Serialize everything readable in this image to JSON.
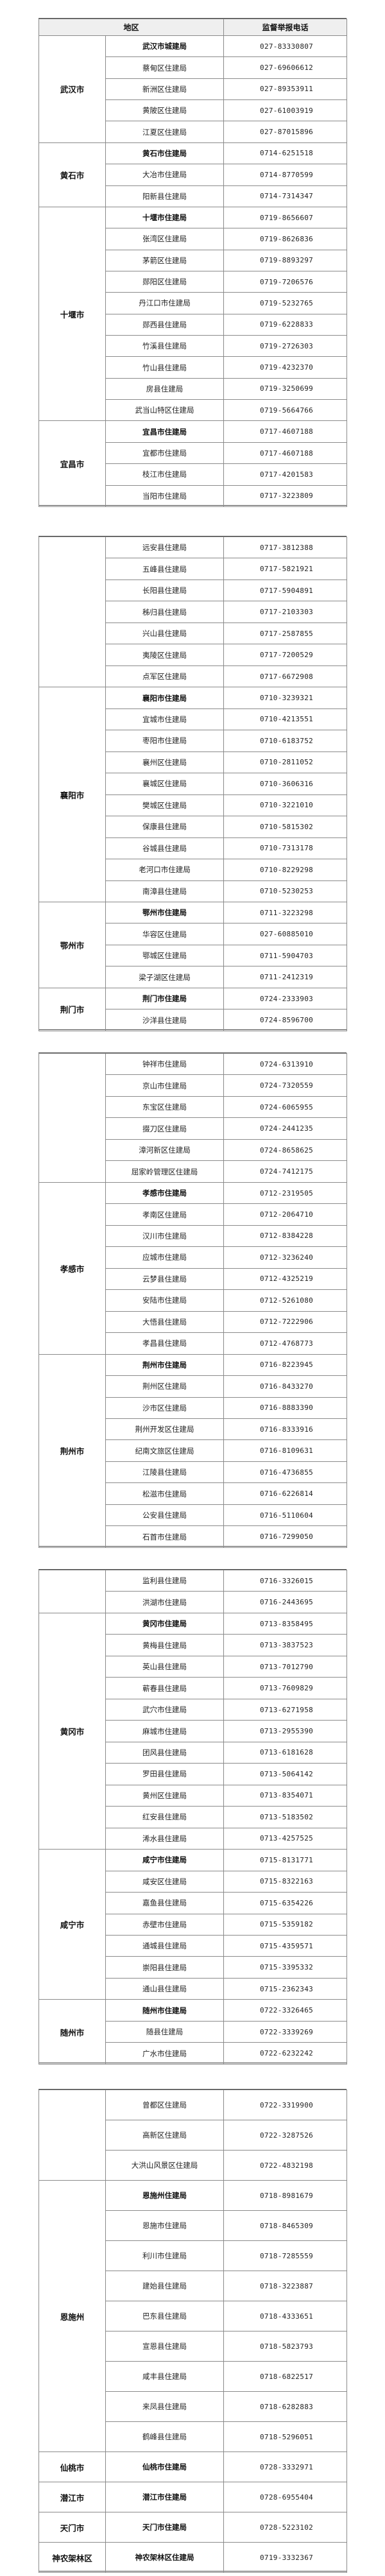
{
  "header": {
    "region": "地区",
    "phone": "监督举报电话"
  },
  "sections": [
    {
      "groups": [
        {
          "region": "武汉市",
          "rows": [
            {
              "office": "武汉市城建局",
              "phone": "027-83330807",
              "seat": true
            },
            {
              "office": "蔡甸区住建局",
              "phone": "027-69606612"
            },
            {
              "office": "新洲区住建局",
              "phone": "027-89353911"
            },
            {
              "office": "黄陂区住建局",
              "phone": "027-61003919"
            },
            {
              "office": "江夏区住建局",
              "phone": "027-87015896"
            }
          ]
        },
        {
          "region": "黄石市",
          "rows": [
            {
              "office": "黄石市住建局",
              "phone": "0714-6251518",
              "seat": true
            },
            {
              "office": "大冶市住建局",
              "phone": "0714-8770599"
            },
            {
              "office": "阳新县住建局",
              "phone": "0714-7314347"
            }
          ]
        },
        {
          "region": "十堰市",
          "rows": [
            {
              "office": "十堰市住建局",
              "phone": "0719-8656607",
              "seat": true
            },
            {
              "office": "张湾区住建局",
              "phone": "0719-8626836"
            },
            {
              "office": "茅箭区住建局",
              "phone": "0719-8893297"
            },
            {
              "office": "郧阳区住建局",
              "phone": "0719-7206576"
            },
            {
              "office": "丹江口市住建局",
              "phone": "0719-5232765"
            },
            {
              "office": "郧西县住建局",
              "phone": "0719-6228833"
            },
            {
              "office": "竹溪县住建局",
              "phone": "0719-2726303"
            },
            {
              "office": "竹山县住建局",
              "phone": "0719-4232370"
            },
            {
              "office": "房县住建局",
              "phone": "0719-3250699"
            },
            {
              "office": "武当山特区住建局",
              "phone": "0719-5664766"
            }
          ]
        },
        {
          "region": "宜昌市",
          "rows": [
            {
              "office": "宜昌市住建局",
              "phone": "0717-4607188",
              "seat": true
            },
            {
              "office": "宜都市住建局",
              "phone": "0717-4607188"
            },
            {
              "office": "枝江市住建局",
              "phone": "0717-4201583"
            },
            {
              "office": "当阳市住建局",
              "phone": "0717-3223809"
            }
          ]
        }
      ]
    },
    {
      "groups": [
        {
          "region": "",
          "rows": [
            {
              "office": "远安县住建局",
              "phone": "0717-3812388"
            },
            {
              "office": "五峰县住建局",
              "phone": "0717-5821921"
            },
            {
              "office": "长阳县住建局",
              "phone": "0717-5904891"
            },
            {
              "office": "秭归县住建局",
              "phone": "0717-2103303"
            },
            {
              "office": "兴山县住建局",
              "phone": "0717-2587855"
            },
            {
              "office": "夷陵区住建局",
              "phone": "0717-7200529"
            },
            {
              "office": "点军区住建局",
              "phone": "0717-6672908"
            }
          ]
        },
        {
          "region": "襄阳市",
          "rows": [
            {
              "office": "襄阳市住建局",
              "phone": "0710-3239321",
              "seat": true
            },
            {
              "office": "宜城市住建局",
              "phone": "0710-4213551"
            },
            {
              "office": "枣阳市住建局",
              "phone": "0710-6183752"
            },
            {
              "office": "襄州区住建局",
              "phone": "0710-2811052"
            },
            {
              "office": "襄城区住建局",
              "phone": "0710-3606316"
            },
            {
              "office": "樊城区住建局",
              "phone": "0710-3221010"
            },
            {
              "office": "保康县住建局",
              "phone": "0710-5815302"
            },
            {
              "office": "谷城县住建局",
              "phone": "0710-7313178"
            },
            {
              "office": "老河口市住建局",
              "phone": "0710-8229298"
            },
            {
              "office": "南漳县住建局",
              "phone": "0710-5230253"
            }
          ]
        },
        {
          "region": "鄂州市",
          "rows": [
            {
              "office": "鄂州市住建局",
              "phone": "0711-3223298",
              "seat": true
            },
            {
              "office": "华容区住建局",
              "phone": "027-60885010"
            },
            {
              "office": "鄂城区住建局",
              "phone": "0711-5904703"
            },
            {
              "office": "梁子湖区住建局",
              "phone": "0711-2412319"
            }
          ]
        },
        {
          "region": "荆门市",
          "rows": [
            {
              "office": "荆门市住建局",
              "phone": "0724-2333903",
              "seat": true
            },
            {
              "office": "沙洋县住建局",
              "phone": "0724-8596700"
            }
          ]
        }
      ]
    },
    {
      "groups": [
        {
          "region": "",
          "rows": [
            {
              "office": "钟祥市住建局",
              "phone": "0724-6313910"
            },
            {
              "office": "京山市住建局",
              "phone": "0724-7320559"
            },
            {
              "office": "东宝区住建局",
              "phone": "0724-6065955"
            },
            {
              "office": "掇刀区住建局",
              "phone": "0724-2441235"
            },
            {
              "office": "漳河新区住建局",
              "phone": "0724-8658625"
            },
            {
              "office": "屈家岭管理区住建局",
              "phone": "0724-7412175"
            }
          ]
        },
        {
          "region": "孝感市",
          "rows": [
            {
              "office": "孝感市住建局",
              "phone": "0712-2319505",
              "seat": true
            },
            {
              "office": "孝南区住建局",
              "phone": "0712-2064710"
            },
            {
              "office": "汉川市住建局",
              "phone": "0712-8384228"
            },
            {
              "office": "应城市住建局",
              "phone": "0712-3236240"
            },
            {
              "office": "云梦县住建局",
              "phone": "0712-4325219"
            },
            {
              "office": "安陆市住建局",
              "phone": "0712-5261080"
            },
            {
              "office": "大悟县住建局",
              "phone": "0712-7222906"
            },
            {
              "office": "孝昌县住建局",
              "phone": "0712-4768773"
            }
          ]
        },
        {
          "region": "荆州市",
          "rows": [
            {
              "office": "荆州市住建局",
              "phone": "0716-8223945",
              "seat": true
            },
            {
              "office": "荆州区住建局",
              "phone": "0716-8433270"
            },
            {
              "office": "沙市区住建局",
              "phone": "0716-8883390"
            },
            {
              "office": "荆州开发区住建局",
              "phone": "0716-8333916"
            },
            {
              "office": "纪南文旅区住建局",
              "phone": "0716-8109631"
            },
            {
              "office": "江陵县住建局",
              "phone": "0716-4736855"
            },
            {
              "office": "松滋市住建局",
              "phone": "0716-6226814"
            },
            {
              "office": "公安县住建局",
              "phone": "0716-5110604"
            },
            {
              "office": "石首市住建局",
              "phone": "0716-7299050"
            }
          ]
        }
      ]
    },
    {
      "groups": [
        {
          "region": "",
          "rows": [
            {
              "office": "监利县住建局",
              "phone": "0716-3326015"
            },
            {
              "office": "洪湖市住建局",
              "phone": "0716-2443695"
            }
          ]
        },
        {
          "region": "黄冈市",
          "rows": [
            {
              "office": "黄冈市住建局",
              "phone": "0713-8358495",
              "seat": true
            },
            {
              "office": "黄梅县住建局",
              "phone": "0713-3837523"
            },
            {
              "office": "英山县住建局",
              "phone": "0713-7012790"
            },
            {
              "office": "蕲春县住建局",
              "phone": "0713-7609829"
            },
            {
              "office": "武穴市住建局",
              "phone": "0713-6271958"
            },
            {
              "office": "麻城市住建局",
              "phone": "0713-2955390"
            },
            {
              "office": "团风县住建局",
              "phone": "0713-6181628"
            },
            {
              "office": "罗田县住建局",
              "phone": "0713-5064142"
            },
            {
              "office": "黄州区住建局",
              "phone": "0713-8354071"
            },
            {
              "office": "红安县住建局",
              "phone": "0713-5183502"
            },
            {
              "office": "浠水县住建局",
              "phone": "0713-4257525"
            }
          ]
        },
        {
          "region": "咸宁市",
          "rows": [
            {
              "office": "咸宁市住建局",
              "phone": "0715-8131771",
              "seat": true
            },
            {
              "office": "咸安区住建局",
              "phone": "0715-8322163"
            },
            {
              "office": "嘉鱼县住建局",
              "phone": "0715-6354226"
            },
            {
              "office": "赤壁市住建局",
              "phone": "0715-5359182"
            },
            {
              "office": "通城县住建局",
              "phone": "0715-4359571"
            },
            {
              "office": "崇阳县住建局",
              "phone": "0715-3395332"
            },
            {
              "office": "通山县住建局",
              "phone": "0715-2362343"
            }
          ]
        },
        {
          "region": "随州市",
          "rows": [
            {
              "office": "随州市住建局",
              "phone": "0722-3326465",
              "seat": true
            },
            {
              "office": "随县住建局",
              "phone": "0722-3339269"
            },
            {
              "office": "广水市住建局",
              "phone": "0722-6232242"
            }
          ]
        }
      ]
    },
    {
      "groups": [
        {
          "region": "",
          "rows": [
            {
              "office": "曾都区住建局",
              "phone": "0722-3319900"
            },
            {
              "office": "高新区住建局",
              "phone": "0722-3287526"
            },
            {
              "office": "大洪山风景区住建局",
              "phone": "0722-4832198"
            }
          ]
        },
        {
          "region": "恩施州",
          "rows": [
            {
              "office": "恩施州住建局",
              "phone": "0718-8981679",
              "seat": true
            },
            {
              "office": "恩施市住建局",
              "phone": "0718-8465309"
            },
            {
              "office": "利川市住建局",
              "phone": "0718-7285559"
            },
            {
              "office": "建始县住建局",
              "phone": "0718-3223887"
            },
            {
              "office": "巴东县住建局",
              "phone": "0718-4333651"
            },
            {
              "office": "宣恩县住建局",
              "phone": "0718-5823793"
            },
            {
              "office": "咸丰县住建局",
              "phone": "0718-6822517"
            },
            {
              "office": "来凤县住建局",
              "phone": "0718-6282883"
            },
            {
              "office": "鹤峰县住建局",
              "phone": "0718-5296051"
            }
          ]
        },
        {
          "region": "仙桃市",
          "rows": [
            {
              "office": "仙桃市住建局",
              "phone": "0728-3332971",
              "seat": true
            }
          ]
        },
        {
          "region": "潜江市",
          "rows": [
            {
              "office": "潜江市住建局",
              "phone": "0728-6955404",
              "seat": true
            }
          ]
        },
        {
          "region": "天门市",
          "rows": [
            {
              "office": "天门市住建局",
              "phone": "0728-5223102",
              "seat": true
            }
          ]
        },
        {
          "region": "神农架林区",
          "rows": [
            {
              "office": "神农架林区住建局",
              "phone": "0719-3332367",
              "seat": true
            }
          ]
        }
      ]
    }
  ]
}
